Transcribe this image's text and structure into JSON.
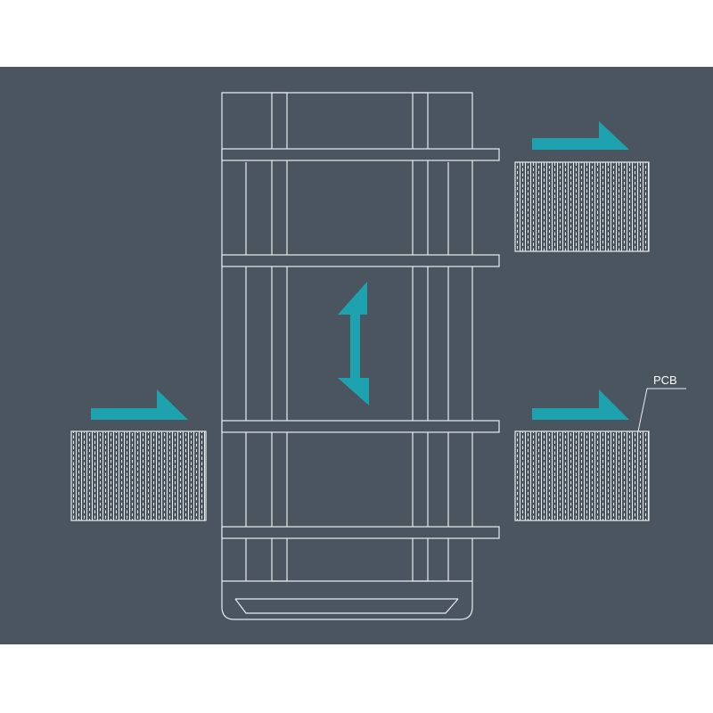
{
  "diagram": {
    "colors": {
      "background": "#4a5560",
      "line": "#e8ecef",
      "arrow": "#1fa2b0",
      "page": "#ffffff"
    },
    "elevator": {
      "shelf_count": 4,
      "motion_arrow": "vertical-double-arrow"
    },
    "pcb_stacks": [
      {
        "id": "output-top-right",
        "side": "right",
        "level": 1,
        "arrow": "right-arrow"
      },
      {
        "id": "input-left",
        "side": "left",
        "level": 3,
        "arrow": "right-arrow"
      },
      {
        "id": "output-bottom-right",
        "side": "right",
        "level": 3,
        "arrow": "right-arrow"
      }
    ],
    "callout": {
      "label": "PCB"
    }
  }
}
